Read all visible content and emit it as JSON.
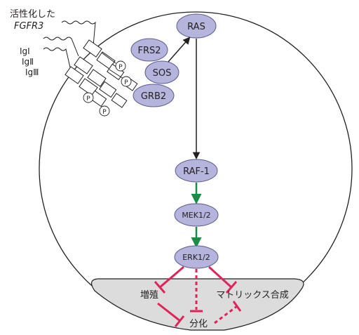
{
  "receptor": {
    "label_line1": "活性化した",
    "label_line2": "FGFR3",
    "domains": [
      "IgⅠ",
      "IgⅡ",
      "IgⅢ"
    ],
    "phospho_symbol": "P"
  },
  "nodes": {
    "ras": "RAS",
    "frs2": "FRS2",
    "sos": "SOS",
    "grb2": "GRB2",
    "raf1": "RAF-1",
    "mek": "MEK1/2",
    "erk": "ERK1/2"
  },
  "nucleus": {
    "proliferation": "増殖",
    "matrix_synthesis": "マトリックス合成",
    "differentiation": "分化"
  },
  "colors": {
    "node_fill": "#b4b4dc",
    "node_stroke": "#5a5a8c",
    "nucleus_fill": "#dcdcdc",
    "activation_arrow": "#1a8c46",
    "inhibition": "#e0245a"
  }
}
